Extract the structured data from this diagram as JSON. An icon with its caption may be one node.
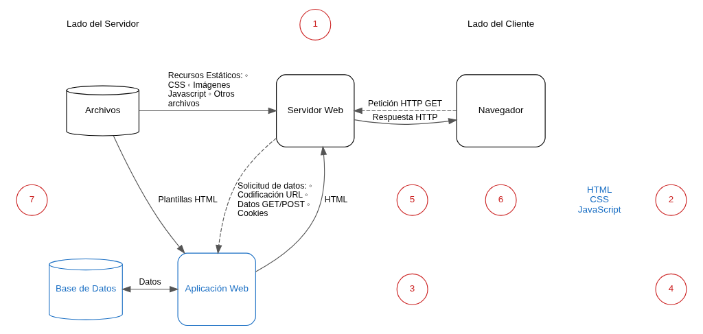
{
  "diagram": {
    "nodes": [
      {
        "text": [
          "Archivos"
        ]
      },
      {
        "text": [
          "Servidor Web"
        ]
      },
      {
        "text": [
          "Navegador"
        ]
      },
      {
        "text": [
          "Base de Datos"
        ]
      },
      {
        "text": [
          "Aplicación Web"
        ]
      },
      {
        "text": [
          "1"
        ]
      },
      {
        "text": [
          "7"
        ]
      },
      {
        "text": [
          "2"
        ]
      },
      {
        "text": [
          "5"
        ]
      },
      {
        "text": [
          "6"
        ]
      },
      {
        "text": [
          "4"
        ]
      },
      {
        "text": [
          "3"
        ]
      }
    ],
    "edges": [
      {
        "from": 0,
        "to": 1,
        "arrow": "to",
        "label": "Recursos Estáticos: ◦ CSS ◦ Imágenes Javascript ◦ Otros archivos"
      },
      {
        "from": 2,
        "to": 1,
        "arrow": "to",
        "label": "Petición HTTP GET",
        "style": "dashed"
      },
      {
        "from": 1,
        "to": 2,
        "arrow": "to",
        "label": "Respuesta HTTP"
      },
      {
        "from": 1,
        "to": 4,
        "arrow": "to",
        "label": "Solicitud de datos: ◦ Codificación URL ◦ Datos GET/POST ◦ Cookies",
        "style": "dashed"
      },
      {
        "from": 0,
        "to": 4,
        "arrow": "to",
        "label": "Plantillas HTML"
      },
      {
        "from": 3,
        "to": 4,
        "arrow": "both",
        "label": "Datos"
      },
      {
        "from": 4,
        "to": 1,
        "arrow": "to",
        "label": "HTML"
      }
    ],
    "labels": [
      "Lado del Servidor",
      "Lado del Cliente",
      "HTML CSS JavaScript"
    ]
  }
}
